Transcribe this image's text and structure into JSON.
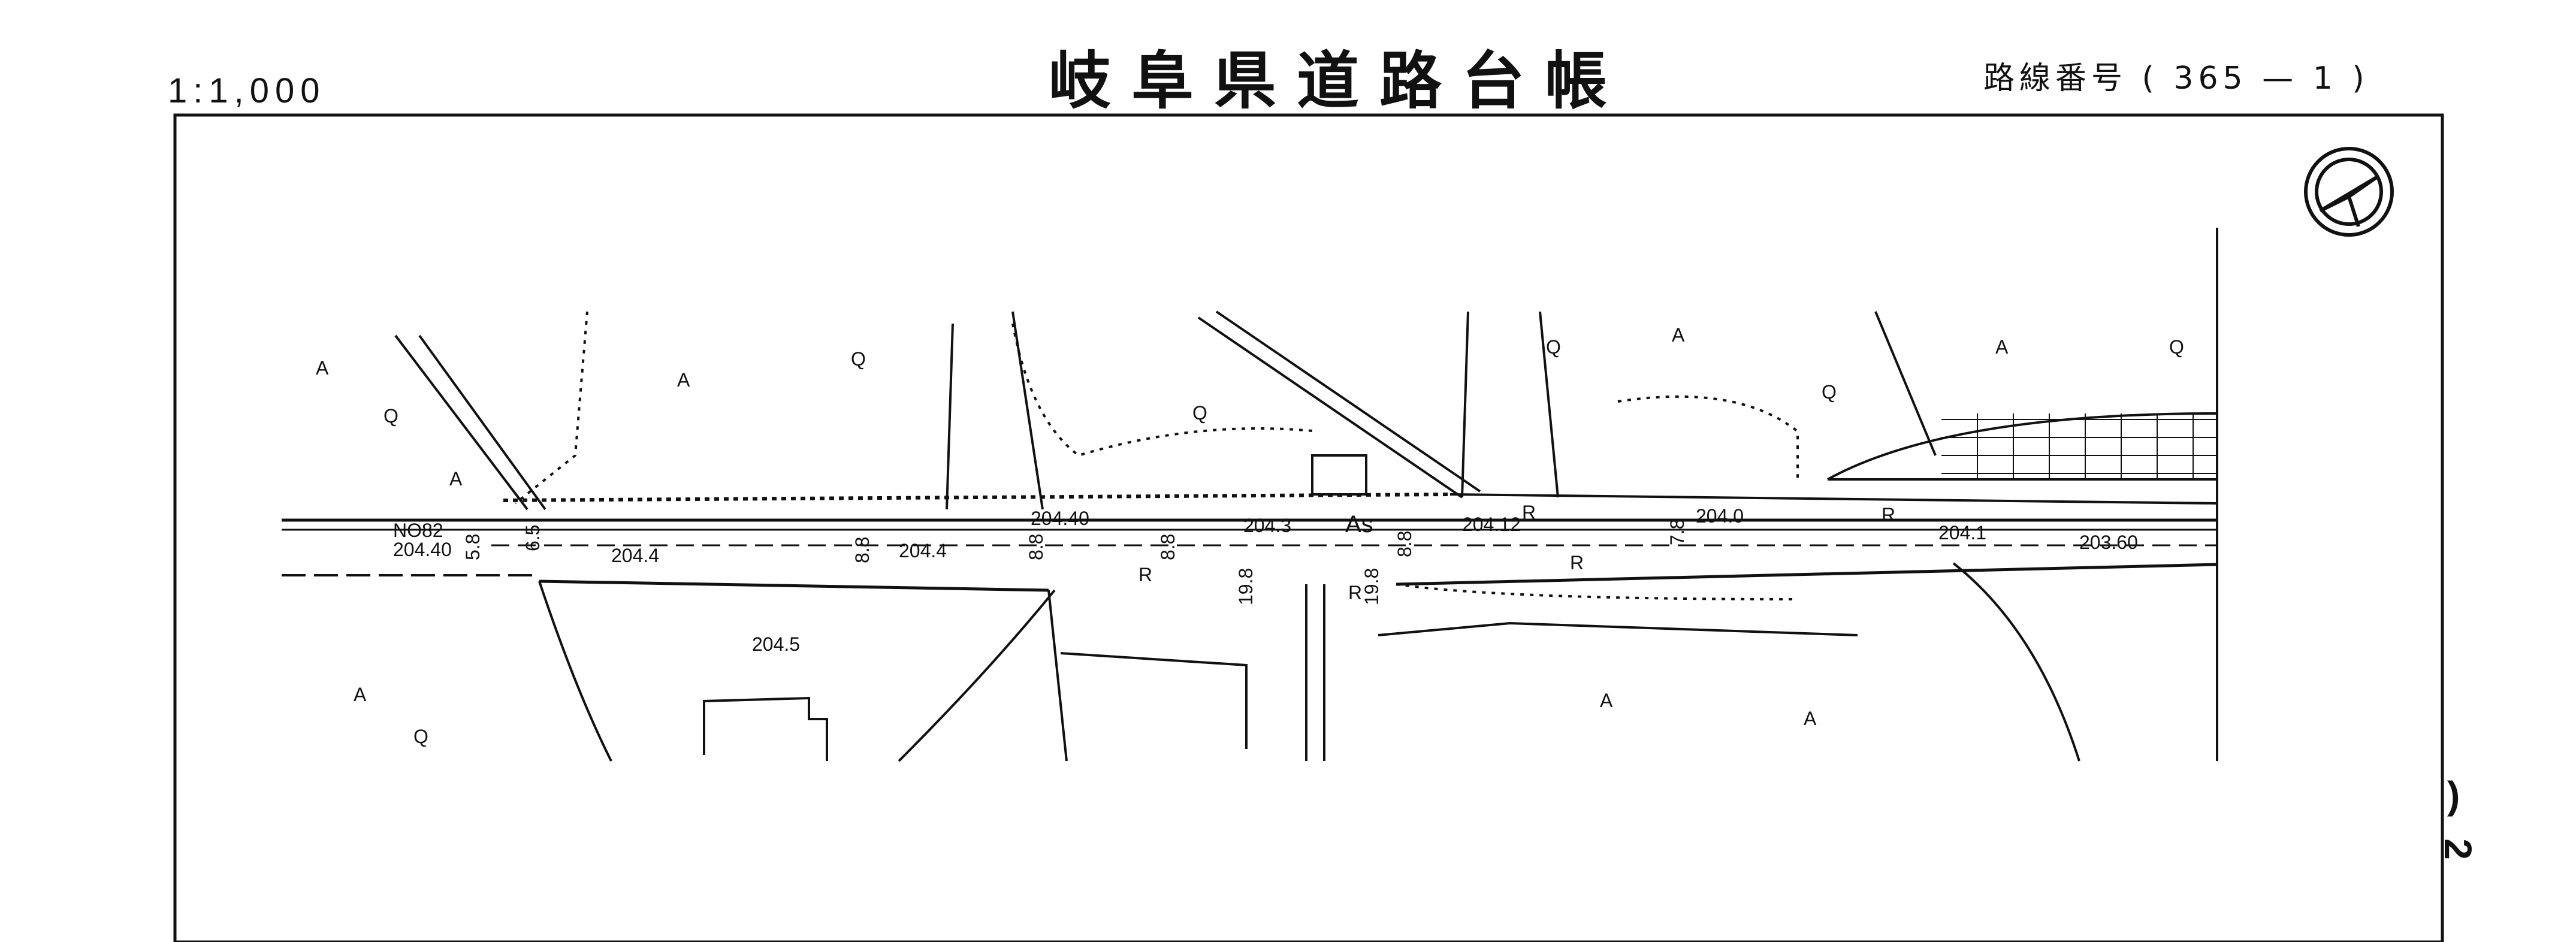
{
  "header": {
    "title": "岐阜県道路台帳",
    "scale": "1:1,000",
    "route_label": "路線番号",
    "route_open": "(",
    "route_number": "365",
    "route_dash": "—",
    "route_sub": "1",
    "route_close": ")"
  },
  "sheet_marks": {
    "paren": ")",
    "number": "2"
  },
  "map": {
    "station_label": "NO82",
    "station_elev": "204.40",
    "elevations": [
      "204.4",
      "204.4",
      "204.40",
      "204.3",
      "204.12",
      "204.0",
      "204.1",
      "203.60",
      "204.5"
    ],
    "widths": [
      "6.5",
      "8.8",
      "8.8",
      "8.8",
      "19.8",
      "19.8",
      "8.8",
      "7.8",
      "5.8"
    ],
    "pavement": "As",
    "symbols": {
      "road_mark": "R",
      "tree_mark": "A",
      "field_mark": "Q"
    },
    "colors": {
      "ink": "#111111",
      "paper": "#ffffff"
    }
  }
}
